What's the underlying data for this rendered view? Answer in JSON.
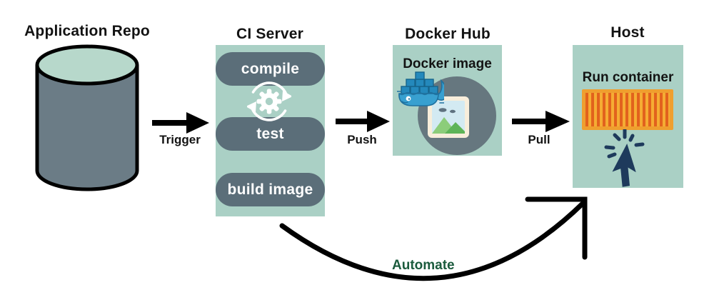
{
  "colors": {
    "panel": "#aad0c5",
    "mint": "#b7d8cb",
    "slate": "#66777f",
    "pill": "#5b6e79",
    "ink": "#131313",
    "green": "#1b5b3d",
    "orange-frame": "#ef9f2f",
    "orange-a": "#f5ac33",
    "orange-b": "#e2621d",
    "navy": "#1e3a5c",
    "whale": "#38a0d0",
    "whale-dark": "#1f719f",
    "crate": "#2489bc",
    "crate-line": "#16648c",
    "cream": "#f8eedb",
    "sky": "#d3eaf2",
    "cloud": "#5f7280",
    "mount-a": "#8ccd7a",
    "mount-b": "#5eb457",
    "cyl-body": "#6b7c86"
  },
  "nodes": {
    "repo": {
      "title": "Application Repo"
    },
    "ci": {
      "title": "CI Server",
      "steps": [
        "compile",
        "test",
        "build image"
      ]
    },
    "hub": {
      "title": "Docker Hub",
      "label": "Docker image"
    },
    "host": {
      "title": "Host",
      "label": "Run container"
    }
  },
  "arrows": {
    "trigger": "Trigger",
    "push": "Push",
    "pull": "Pull",
    "automate": "Automate"
  }
}
